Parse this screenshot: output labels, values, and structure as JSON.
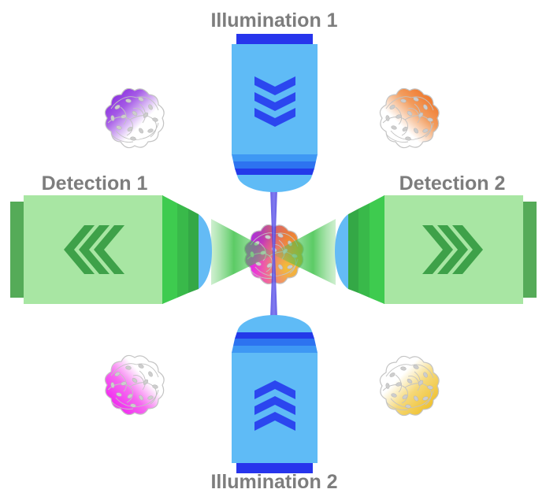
{
  "diagram": {
    "labels": {
      "illumination_1": "Illumination 1",
      "illumination_2": "Illumination 2",
      "detection_1": "Detection 1",
      "detection_2": "Detection 2"
    }
  },
  "colors": {
    "label_text": "#7D7D7D",
    "illumination_body": "#5FBBF6",
    "illumination_cap": "#2735EC",
    "illumination_chevron": "#2B46EF",
    "illumination_bands": [
      "#3E98F4",
      "#2D73F0",
      "#2339E9"
    ],
    "illumination_beam": "#4C44E4",
    "detection_body": "#A8E6A3",
    "detection_cap": "#55AB58",
    "detection_chevron": "#3EA149",
    "detection_bands": [
      "#3ECB4F",
      "#39B94A",
      "#34A846"
    ],
    "detection_lens": "#64BBF5",
    "detection_cone": "#3FC24A",
    "sample_purple": "#7A15DC",
    "sample_orange": "#EF6E1E",
    "sample_magenta": "#EF13EF",
    "sample_yellow": "#EFBE25",
    "sample_pink_base_left": "#E93BE9",
    "sample_pink_base_right": "#F2A43C"
  }
}
